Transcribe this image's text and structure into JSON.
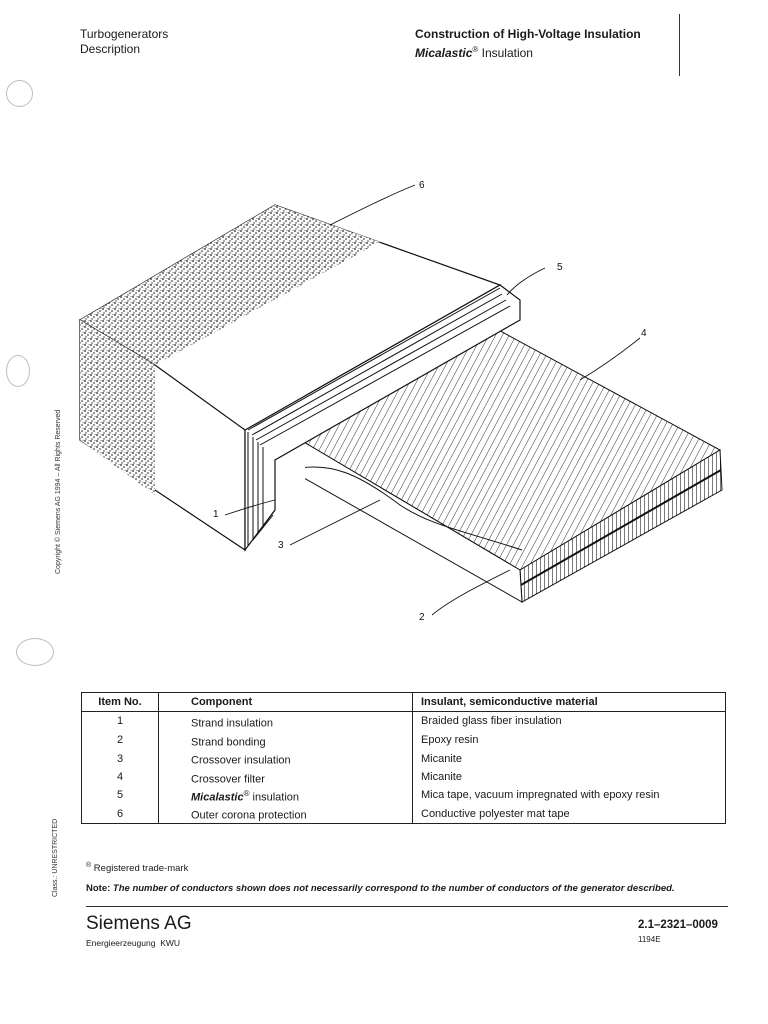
{
  "header": {
    "left_line1": "Turbogenerators",
    "left_line2": "Description",
    "right_line1": "Construction of High-Voltage Insulation",
    "right_line2_brand": "Micalastic",
    "right_line2_mark": "®",
    "right_line2_rest": " Insulation"
  },
  "margin": {
    "copyright": "Copyright © Siemens AG 1994 – All Rights Reserved",
    "class": "Class.: UNRESTRICTED"
  },
  "figure": {
    "callouts": [
      "1",
      "2",
      "3",
      "4",
      "5",
      "6"
    ]
  },
  "table": {
    "headers": [
      "Item No.",
      "Component",
      "Insulant, semiconductive material"
    ],
    "rows": [
      {
        "no": "1",
        "component": "Strand insulation",
        "brand": "",
        "mark": "",
        "material": "Braided glass fiber insulation"
      },
      {
        "no": "2",
        "component": "Strand bonding",
        "brand": "",
        "mark": "",
        "material": "Epoxy resin"
      },
      {
        "no": "3",
        "component": "Crossover insulation",
        "brand": "",
        "mark": "",
        "material": "Micanite"
      },
      {
        "no": "4",
        "component": "Crossover filter",
        "brand": "",
        "mark": "",
        "material": "Micanite"
      },
      {
        "no": "5",
        "component": " insulation",
        "brand": "Micalastic",
        "mark": "®",
        "material": "Mica tape, vacuum impregnated with epoxy resin"
      },
      {
        "no": "6",
        "component": "Outer corona protection",
        "brand": "",
        "mark": "",
        "material": "Conductive polyester mat tape"
      }
    ]
  },
  "footnote": {
    "mark": "®",
    "text": " Registered trade-mark"
  },
  "note": {
    "label": "Note:",
    "text": " The number of conductors shown does not necessarily correspond to the number of conductors of the generator described."
  },
  "footer": {
    "company": "Siemens AG",
    "division": "Energieerzeugung  KWU",
    "doc_number": "2.1–2321–0009",
    "doc_sub": "1194E"
  }
}
